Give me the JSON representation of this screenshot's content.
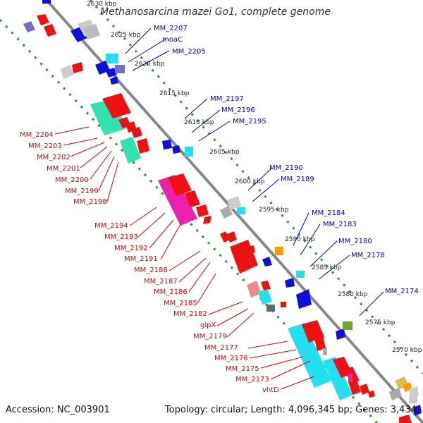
{
  "title": "Methanosarcina mazei Go1, complete genome",
  "footer": {
    "accession": "Accession: NC_003901",
    "summary": "Topology: circular; Length: 4,096,345 bp; Genes: 3,434"
  },
  "scale_labels": [
    "2630 kbp",
    "2625 kbp",
    "2620 kbp",
    "2615 kbp",
    "2610 kbp",
    "2605 kbp",
    "2600 kbp",
    "2595 kbp",
    "2590 kbp",
    "2585 kbp",
    "2580 kbp",
    "2575 kbp",
    "2570 kbp"
  ],
  "gene_labels_forward": [
    "MM_2207",
    "moaC",
    "MM_2205",
    "MM_2197",
    "MM_2196",
    "MM_2195",
    "MM_2190",
    "MM_2189",
    "MM_2184",
    "MM_2183",
    "MM_2180",
    "MM_2178",
    "MM_2174"
  ],
  "gene_labels_reverse": [
    "MM_2204",
    "MM_2203",
    "MM_2202",
    "MM_2201",
    "MM_2200",
    "MM_2199",
    "MM_2198",
    "MM_2194",
    "MM_2193",
    "MM_2192",
    "MM_2191",
    "MM_2188",
    "MM_2187",
    "MM_2186",
    "MM_2185",
    "MM_2182",
    "glpX",
    "MM_2179",
    "MM_2177",
    "MM_2176",
    "MM_2175",
    "MM_2173",
    "vhtD"
  ],
  "colors": {
    "forward_label": "#0000cc",
    "reverse_label": "#dd0000",
    "backbone": "#888888",
    "scale_dots": "#229922",
    "cds_red": "#ee1111",
    "cds_blue": "#1010dd",
    "cds_cyan": "#22e0f0",
    "cds_teal": "#20c8a0",
    "cds_magenta": "#ee22aa",
    "cds_gray": "#bbbbbb"
  }
}
